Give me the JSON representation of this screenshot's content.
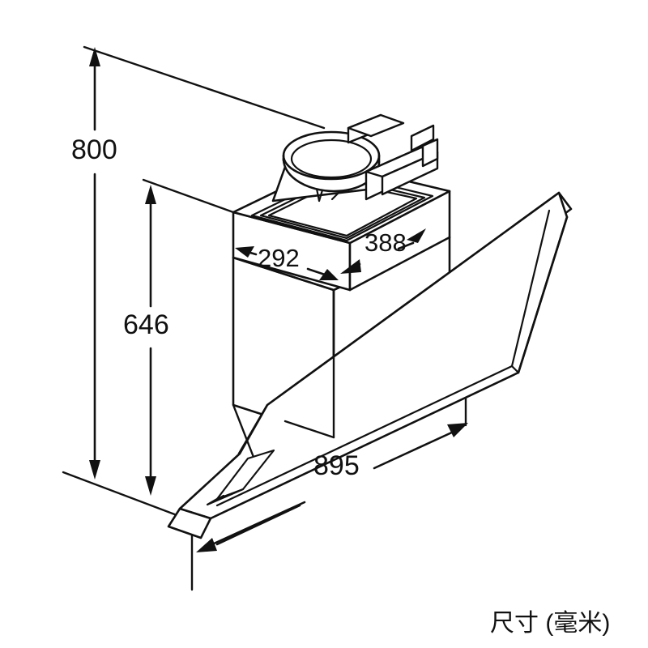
{
  "drawing": {
    "title": "range-hood-dimension-drawing",
    "units_caption": "尺寸 (毫米)",
    "line_color": "#111111",
    "fill_color": "#ffffff",
    "background": "#ffffff"
  },
  "dimensions": {
    "total_height": "800",
    "body_height": "646",
    "box_width": "292",
    "box_depth": "388",
    "canopy_width": "895"
  },
  "labels": {
    "height_800": "800",
    "height_646": "646",
    "width_292": "292",
    "depth_388": "388",
    "width_895": "895",
    "units": "尺寸 (毫米)"
  }
}
